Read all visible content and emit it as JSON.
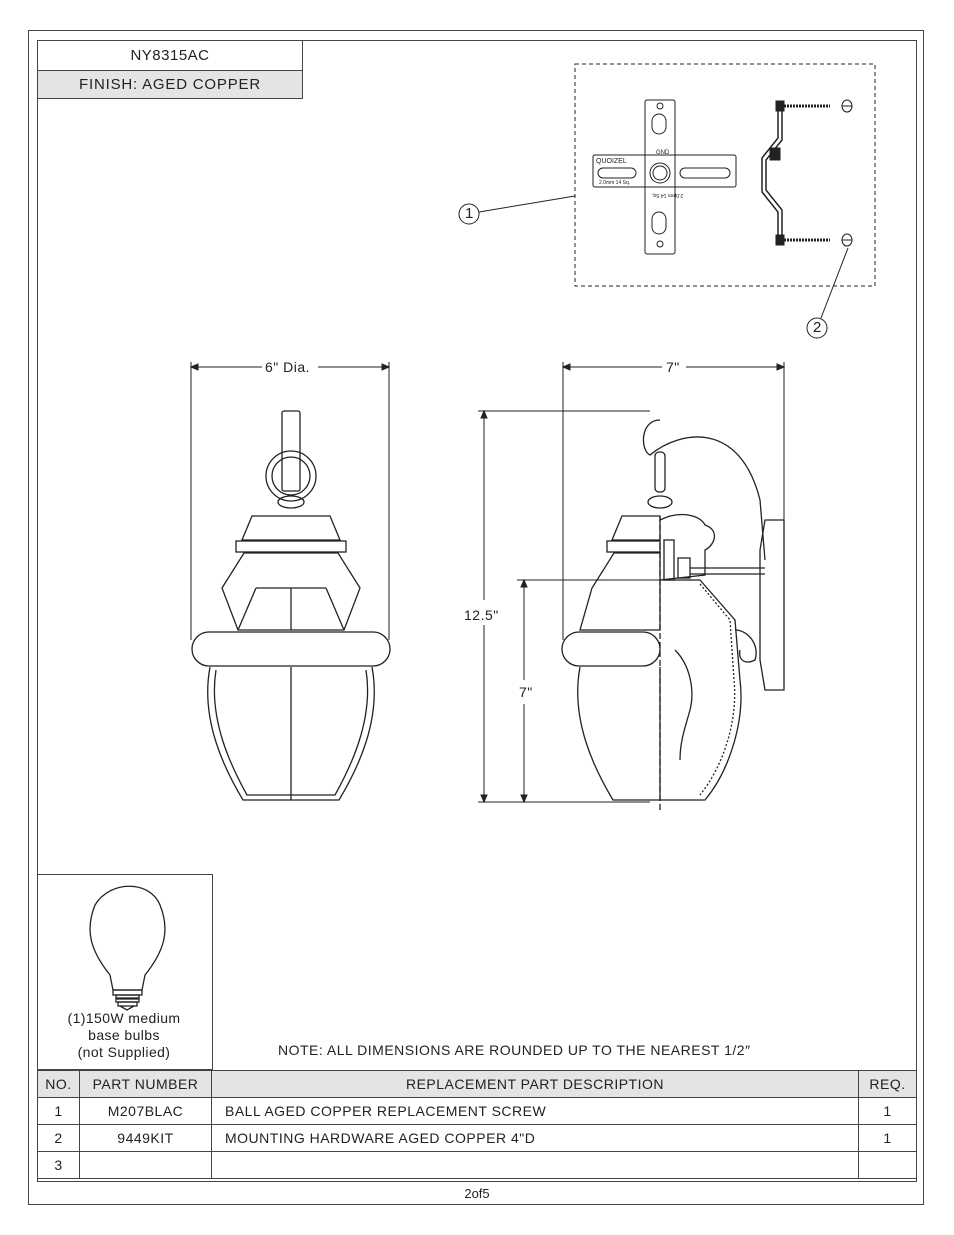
{
  "header": {
    "model": "NY8315AC",
    "finish": "FINISH: AGED COPPER"
  },
  "dimensions": {
    "diameter": "6\" Dia.",
    "depth": "7\"",
    "height": "12.5\"",
    "body_height": "7\""
  },
  "callouts": [
    "1",
    "2"
  ],
  "bracket_text": {
    "brand": "QUOIZEL",
    "gnd": "GND",
    "spec1": "2.0mm  14 Sq.",
    "spec2": "2.0mm 14 Sq."
  },
  "bulb": {
    "line1": "(1)150W medium",
    "line2": "base bulbs",
    "line3": "(not Supplied)"
  },
  "note": "NOTE:  ALL DIMENSIONS ARE ROUNDED UP TO THE NEAREST  1/2″",
  "table": {
    "headers": {
      "no": "NO.",
      "part_number": "PART NUMBER",
      "description": "REPLACEMENT PART DESCRIPTION",
      "req": "REQ."
    },
    "rows": [
      {
        "no": "1",
        "part_number": "M207BLAC",
        "description": "BALL AGED COPPER REPLACEMENT SCREW",
        "req": "1"
      },
      {
        "no": "2",
        "part_number": "9449KIT",
        "description": "MOUNTING HARDWARE AGED COPPER 4\"D",
        "req": "1"
      },
      {
        "no": "3",
        "part_number": "",
        "description": "",
        "req": ""
      }
    ]
  },
  "page": "2of5"
}
